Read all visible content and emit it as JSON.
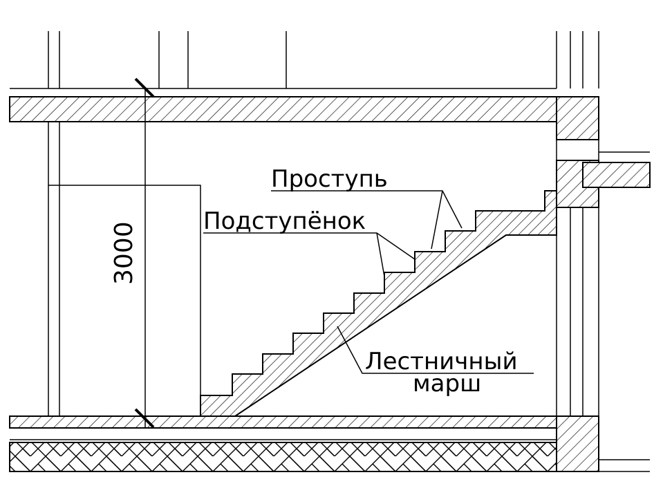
{
  "labels": {
    "tread": "Проступь",
    "riser": "Подступёнок",
    "flight_line1": "Лестничный",
    "flight_line2": "марш",
    "dimension": "3000"
  }
}
